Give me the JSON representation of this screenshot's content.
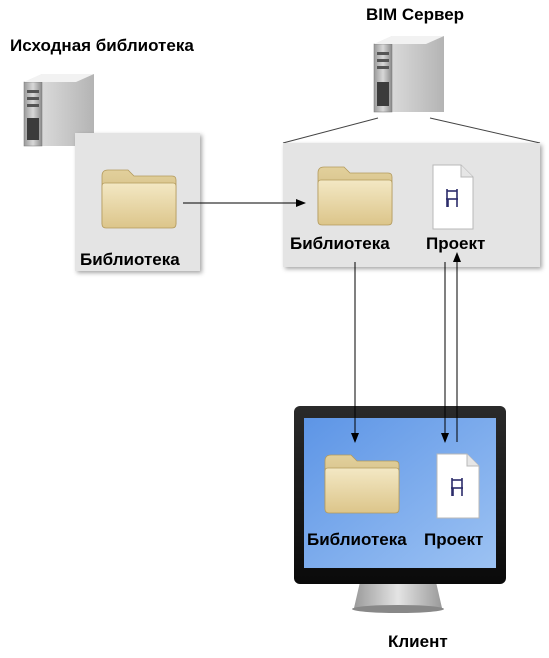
{
  "source": {
    "title": "Исходная библиотека",
    "library_label": "Библиотека"
  },
  "server": {
    "title": "BIM Сервер",
    "library_label": "Библиотека",
    "project_label": "Проект"
  },
  "client": {
    "title": "Клиент",
    "library_label": "Библиотека",
    "project_label": "Проект"
  },
  "colors": {
    "panel": "#e4e4e4",
    "folder": "#e8d9a8",
    "screen": "#6d9fe4",
    "arrow": "#000000"
  },
  "icons": [
    "server-tower-icon",
    "folder-icon",
    "document-icon",
    "chair-icon",
    "monitor-icon"
  ]
}
